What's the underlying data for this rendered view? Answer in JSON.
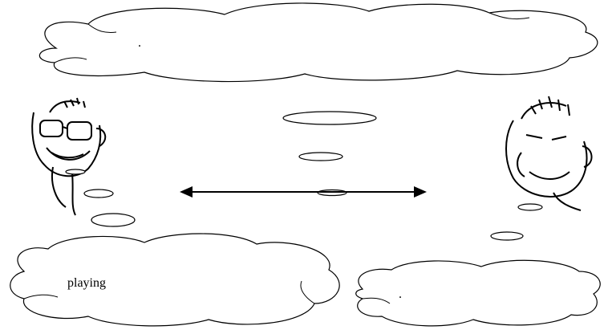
{
  "diagram": {
    "left_bubble_text": "playing",
    "top_bubble_text": ".",
    "right_bubble_text": ".",
    "left_character": "smiling-man-with-glasses-face",
    "right_character": "grimacing-man-face",
    "arrow": "double-headed-arrow"
  },
  "colors": {
    "line": "#000000",
    "background": "#ffffff"
  }
}
